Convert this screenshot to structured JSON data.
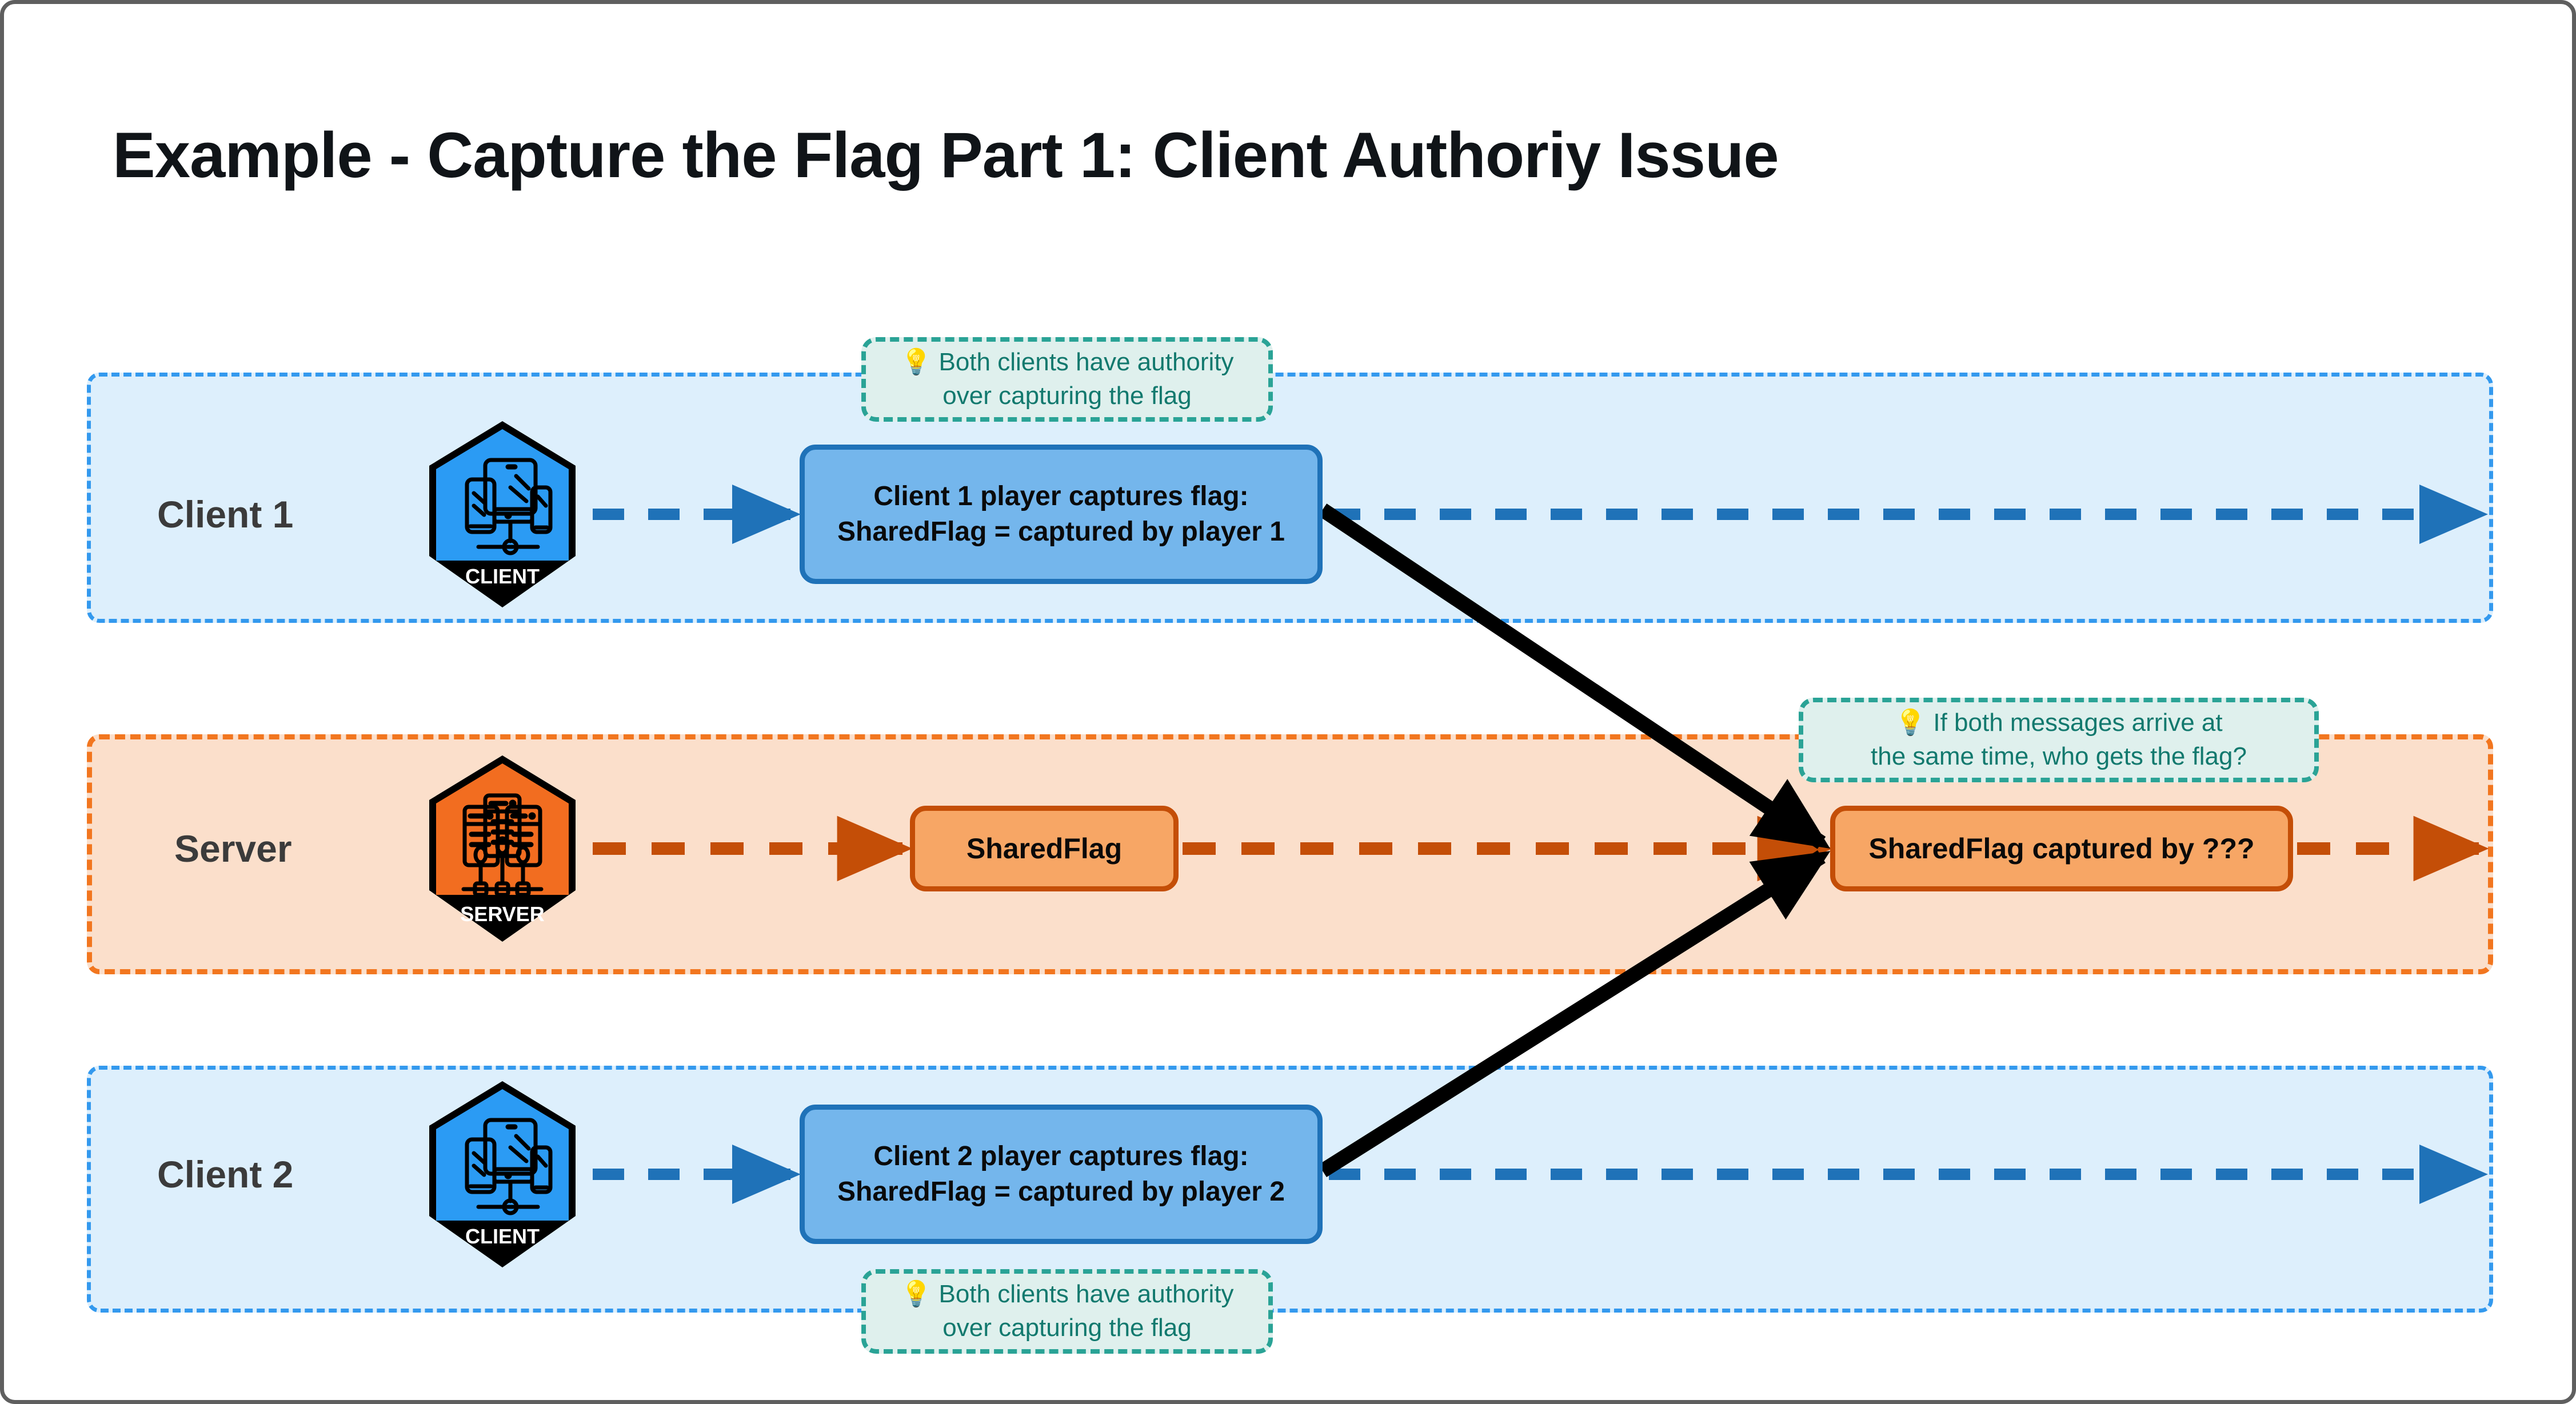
{
  "title": "Example - Capture the Flag Part 1: Client Authoriy Issue",
  "colors": {
    "client_lane_fill": "#ddeffc",
    "client_lane_border": "#3399ee",
    "server_lane_fill": "#fbdfcb",
    "server_lane_border": "#f2761f",
    "client_box_fill": "#74b6ec",
    "client_box_border": "#1f72b8",
    "server_box_fill": "#f7a665",
    "server_box_border": "#c44e07",
    "note_fill": "#dff0ed",
    "note_border": "#2aa396",
    "note_text": "#12796e",
    "client_badge": "#2b9bf4",
    "server_badge": "#f26d20",
    "arrow_black": "#000000",
    "frame": "#5f5f5f"
  },
  "lanes": [
    {
      "id": "client1",
      "label": "Client 1",
      "badge_caption": "CLIENT",
      "badge_icon": "desktop-computer-icon",
      "message": "Client 1 player captures flag:\nSharedFlag = captured by player 1",
      "message_line1": "Client 1 player captures flag:",
      "message_line2": "SharedFlag = captured by player 1"
    },
    {
      "id": "server",
      "label": "Server",
      "badge_caption": "SERVER",
      "badge_icon": "server-rack-icon",
      "box1": "SharedFlag",
      "box2": "SharedFlag captured by ???"
    },
    {
      "id": "client2",
      "label": "Client 2",
      "badge_caption": "CLIENT",
      "badge_icon": "desktop-computer-icon",
      "message": "Client 2 player captures flag:\nSharedFlag = captured by player 2",
      "message_line1": "Client 2 player captures flag:",
      "message_line2": "SharedFlag = captured by player 2"
    }
  ],
  "notes": [
    {
      "id": "note-top",
      "icon": "lightbulb-icon",
      "icon_glyph": "💡",
      "line1": "Both clients have authority",
      "line2": "over capturing the flag"
    },
    {
      "id": "note-mid",
      "icon": "lightbulb-icon",
      "icon_glyph": "💡",
      "line1": "If both messages arrive at",
      "line2": "the same time, who gets the flag?"
    },
    {
      "id": "note-bottom",
      "icon": "lightbulb-icon",
      "icon_glyph": "💡",
      "line1": "Both clients have authority",
      "line2": "over capturing the flag"
    }
  ]
}
